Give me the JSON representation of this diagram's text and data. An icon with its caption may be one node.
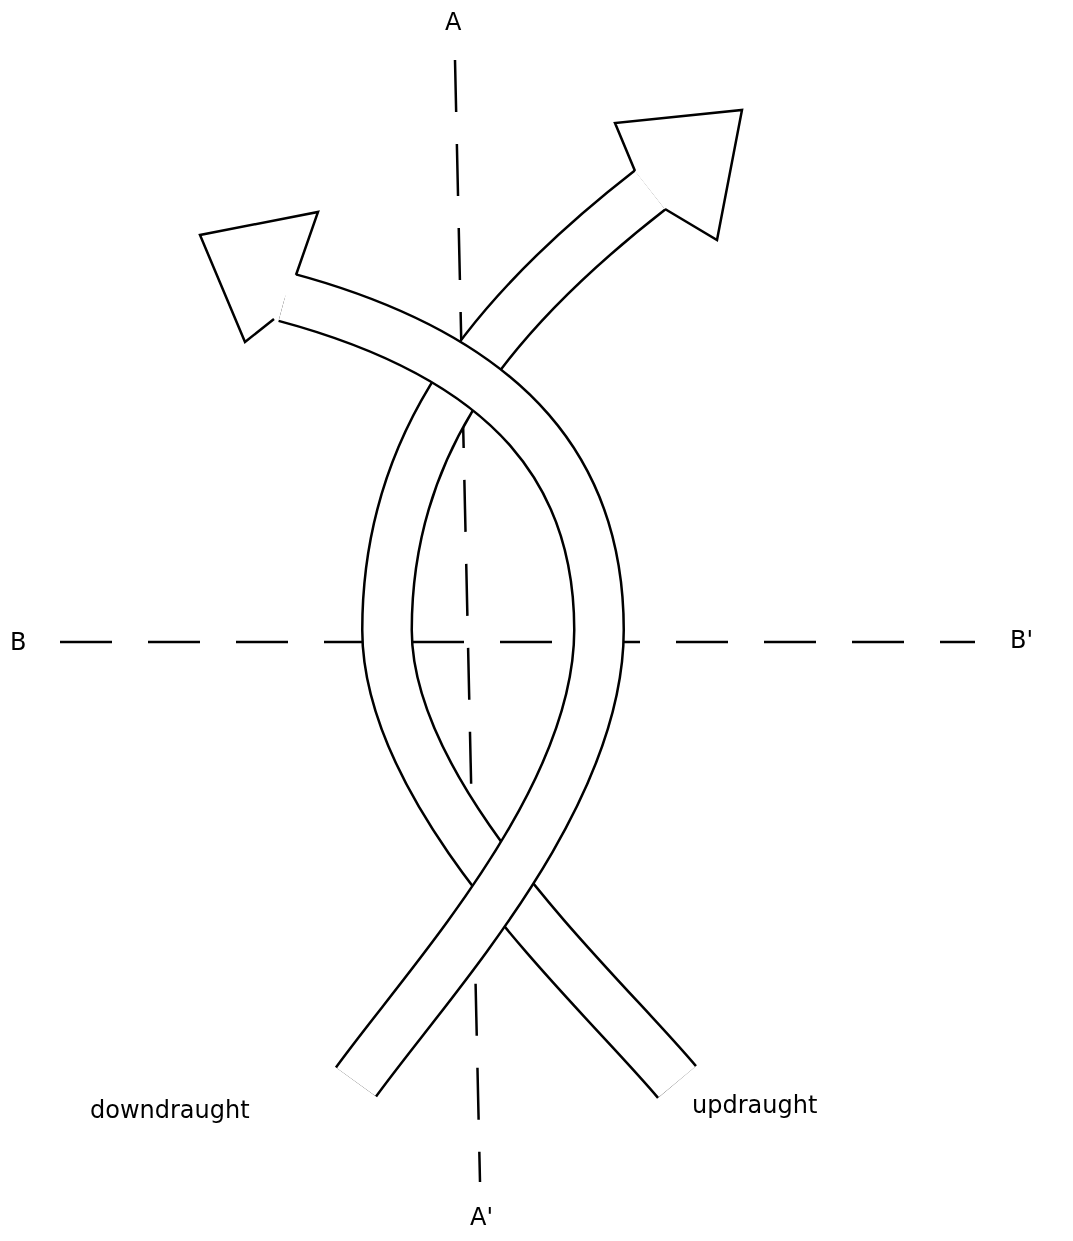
{
  "diagram": {
    "labels": [
      "A",
      "B",
      "B'",
      "downdraught",
      "updraught",
      "A'"
    ]
  }
}
